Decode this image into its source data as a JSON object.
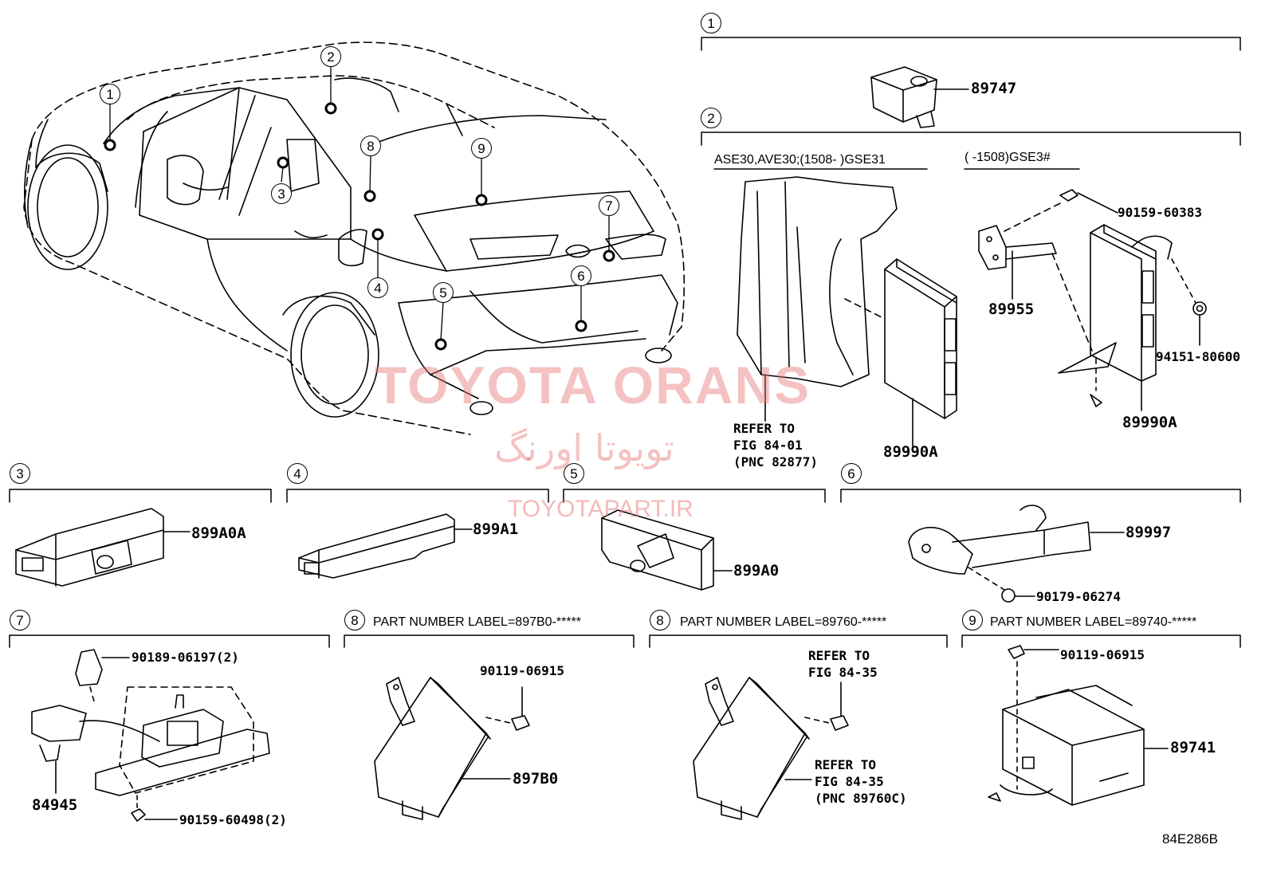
{
  "callouts": {
    "car": [
      "1",
      "2",
      "3",
      "4",
      "5",
      "6",
      "7",
      "8",
      "9"
    ],
    "panels": [
      "1",
      "2",
      "3",
      "4",
      "5",
      "6",
      "7",
      "8",
      "8",
      "9"
    ]
  },
  "panel2": {
    "variant_a": "ASE30,AVE30;(1508-          )GSE31",
    "variant_b": "(      -1508)GSE3#"
  },
  "parts": {
    "p89747": "89747",
    "p90159_60383": "90159-60383",
    "p89955": "89955",
    "p94151_80600": "94151-80600",
    "p89990A_left": "89990A",
    "p89990A_right": "89990A",
    "p899A0A": "899A0A",
    "p899A1": "899A1",
    "p899A0": "899A0",
    "p89997": "89997",
    "p90179_06274": "90179-06274",
    "p90189_06197": "90189-06197(2)",
    "p84945": "84945",
    "p90159_60498": "90159-60498(2)",
    "p90119_06915_a": "90119-06915",
    "p897B0": "897B0",
    "p90119_06915_b": "90119-06915",
    "p89741": "89741"
  },
  "refs": {
    "ref_84_01": "REFER TO\nFIG 84-01\n(PNC 82877)",
    "ref_84_35_top": "REFER TO\nFIG 84-35",
    "ref_84_35_bottom": "REFER TO\nFIG 84-35\n(PNC 89760C)"
  },
  "labels": {
    "label_897B0": "PART NUMBER LABEL=897B0-*****",
    "label_89760": "PART NUMBER LABEL=89760-*****",
    "label_89740": "PART NUMBER LABEL=89740-*****"
  },
  "watermark": {
    "line1": "TOYOTA ORANS",
    "line2": "تویوتا اورنگ",
    "line3": "TOYOTAPART.IR"
  },
  "diagram_code": "84E286B"
}
